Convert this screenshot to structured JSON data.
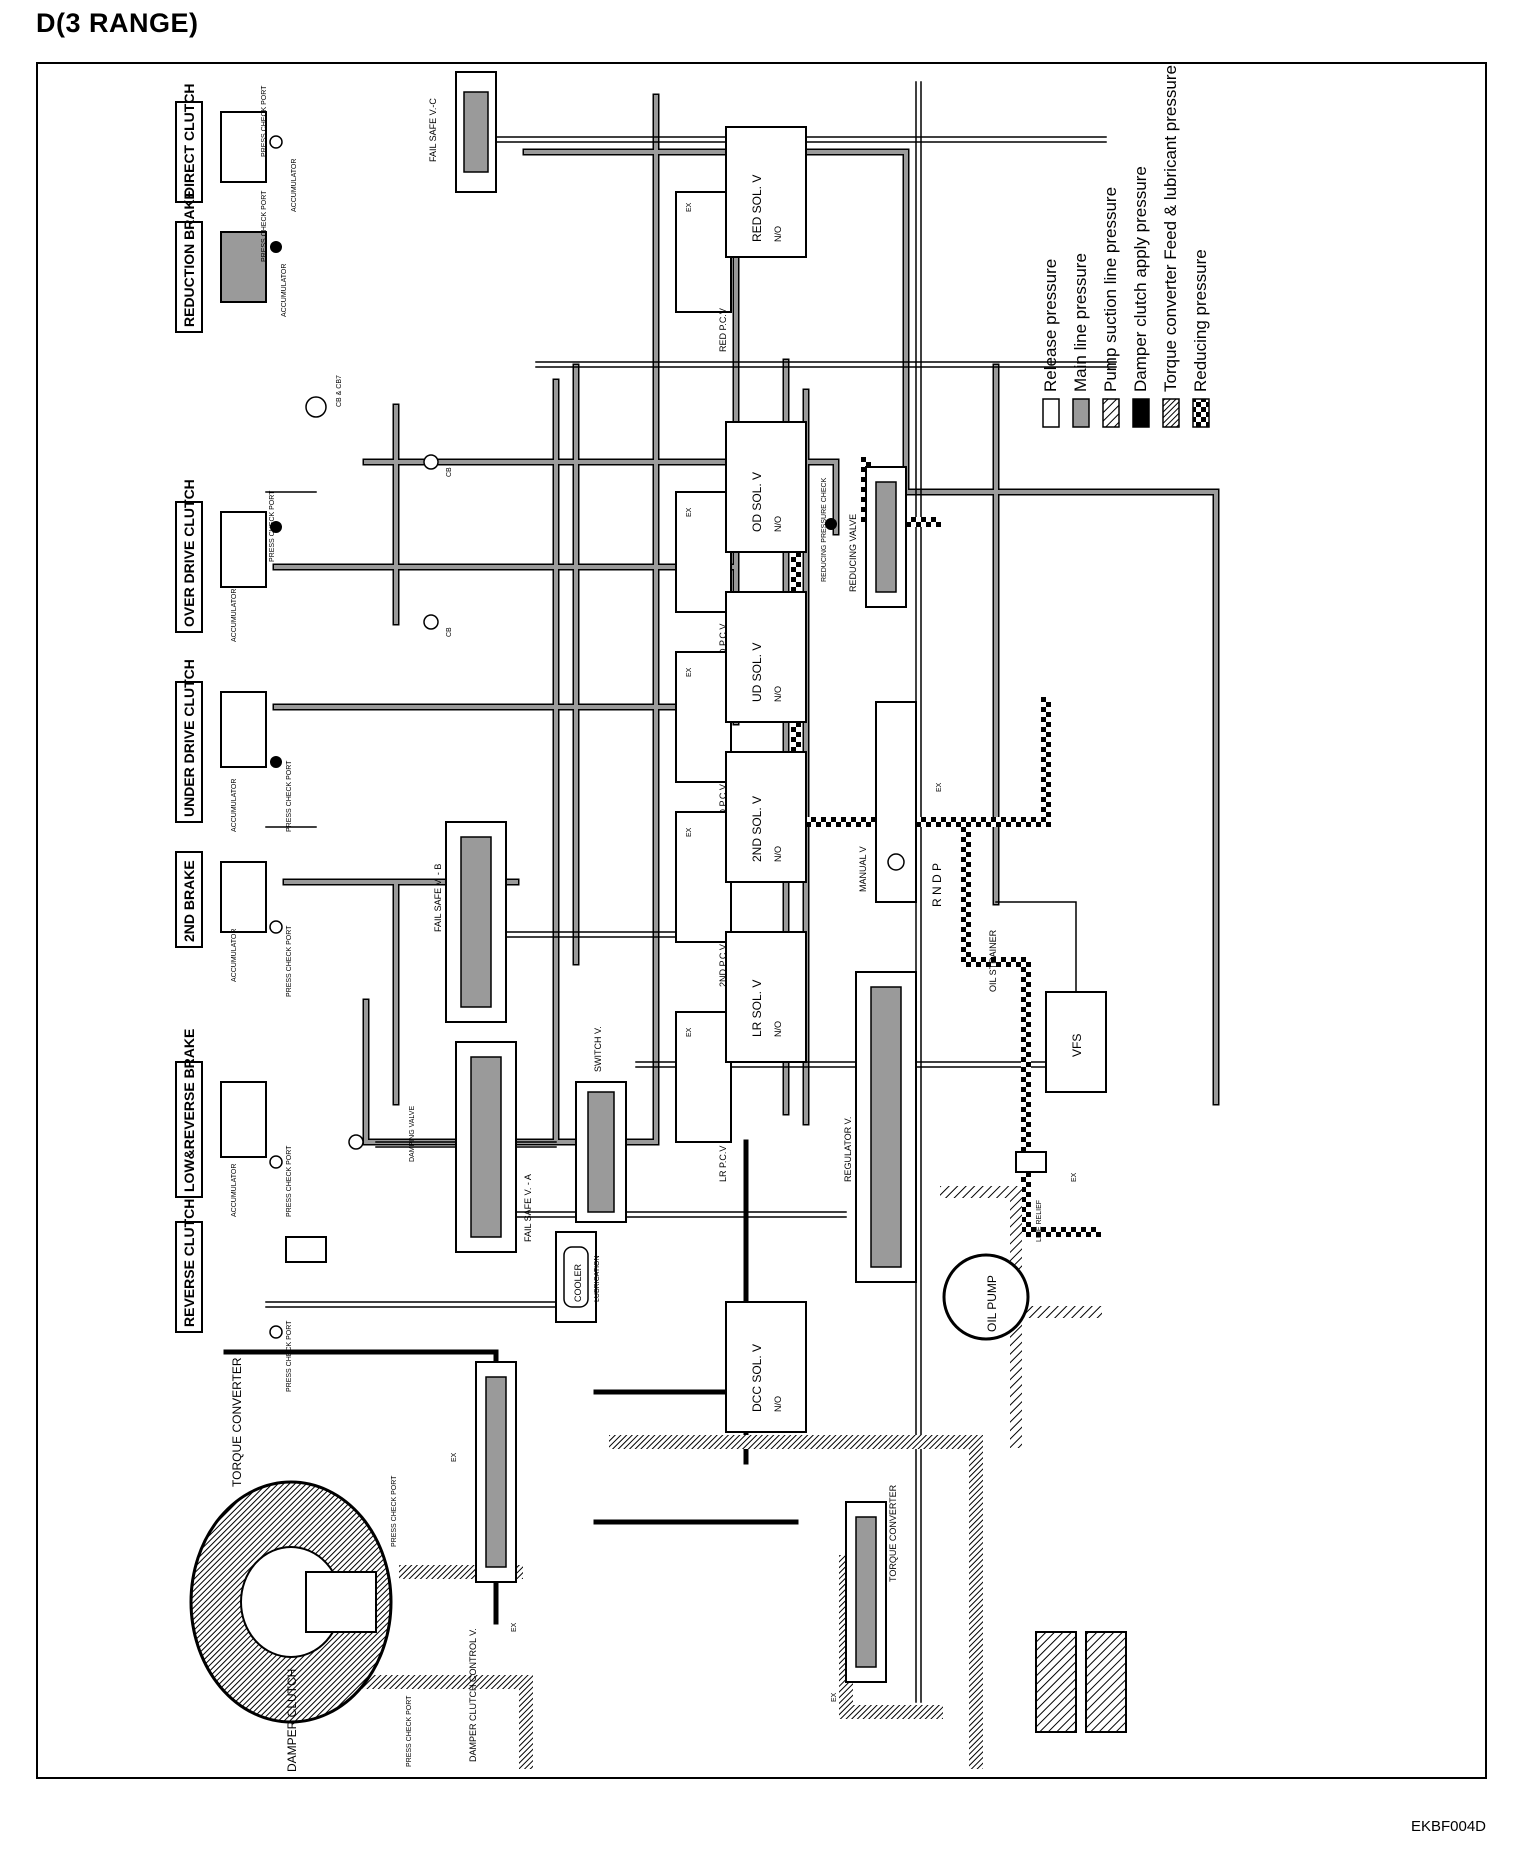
{
  "title": "D(3 RANGE)",
  "figure_code": "EKBF004D",
  "components": {
    "direct_clutch": "DIRECT CLUTCH",
    "reduction_brake": "REDUCTION BRAKE",
    "over_drive_clutch": "OVER DRIVE CLUTCH",
    "under_drive_clutch": "UNDER DRIVE CLUTCH",
    "second_brake": "2ND BRAKE",
    "low_reverse_brake": "LOW&REVERSE BRAKE",
    "reverse_clutch": "REVERSE CLUTCH",
    "torque_converter": "TORQUE CONVERTER",
    "damper_clutch": "DAMPER CLUTCH"
  },
  "labels": {
    "accumulator": "ACCUMULATOR",
    "press_check_port": "PRESS CHECK PORT",
    "ex": "EX",
    "fail_safe_vc": "FAIL SAFE V.-C",
    "fail_safe_vb": "FAIL SAFE V. - B",
    "fail_safe_va": "FAIL SAFE V. - A",
    "damping_valve": "DAMPING VALVE",
    "switch_v": "SWITCH V.",
    "red_sol_v": "RED SOL. V",
    "od_sol_v": "OD SOL. V",
    "ud_sol_v": "UD SOL. V",
    "second_sol_v": "2ND SOL. V",
    "lr_sol_v": "LR SOL. V",
    "dcc_sol_v": "DCC SOL. V",
    "n_o": "N/O",
    "red_pcv": "RED P.C.V",
    "od_pcv": "OD P.C.V",
    "ud_pcv": "UD P.C.V",
    "second_pcv": "2ND P.C.V",
    "lr_pcv": "LR P.C.V",
    "reducing_pressure_check": "REDUCING PRESSURE CHECK",
    "reducing_valve": "REDUCING VALVE",
    "manual_v": "MANUAL V",
    "gear_positions": "R N D P",
    "oil_strainer": "OIL STRAINER",
    "vfs": "VFS",
    "regulator_v": "REGULATOR V.",
    "line_relief": "LINE RELIEF",
    "oil_pump": "OIL PUMP",
    "torque_converter_valve": "TORQUE CONVERTER",
    "lubrication": "LUBRICATION",
    "cooler": "COOLER",
    "damper_clutch_control_v": "DAMPER CLUTCH CONTROL V.",
    "cb": "CB",
    "cb_cb2": "CB & CB7"
  },
  "legend": [
    {
      "key": "release",
      "label": "Release pressure",
      "pattern": "open"
    },
    {
      "key": "main_line",
      "label": "Main line pressure",
      "pattern": "gray"
    },
    {
      "key": "pump_suction",
      "label": "Pump suction line pressure",
      "pattern": "hatch-thin"
    },
    {
      "key": "damper_apply",
      "label": "Damper clutch apply pressure",
      "pattern": "solid-black"
    },
    {
      "key": "tc_feed",
      "label": "Torque converter Feed & lubricant pressure",
      "pattern": "hatch-dense"
    },
    {
      "key": "reducing",
      "label": "Reducing pressure",
      "pattern": "checker"
    }
  ],
  "colors": {
    "line": "#000000",
    "main_line_fill": "#8c8c8c",
    "background": "#ffffff"
  }
}
